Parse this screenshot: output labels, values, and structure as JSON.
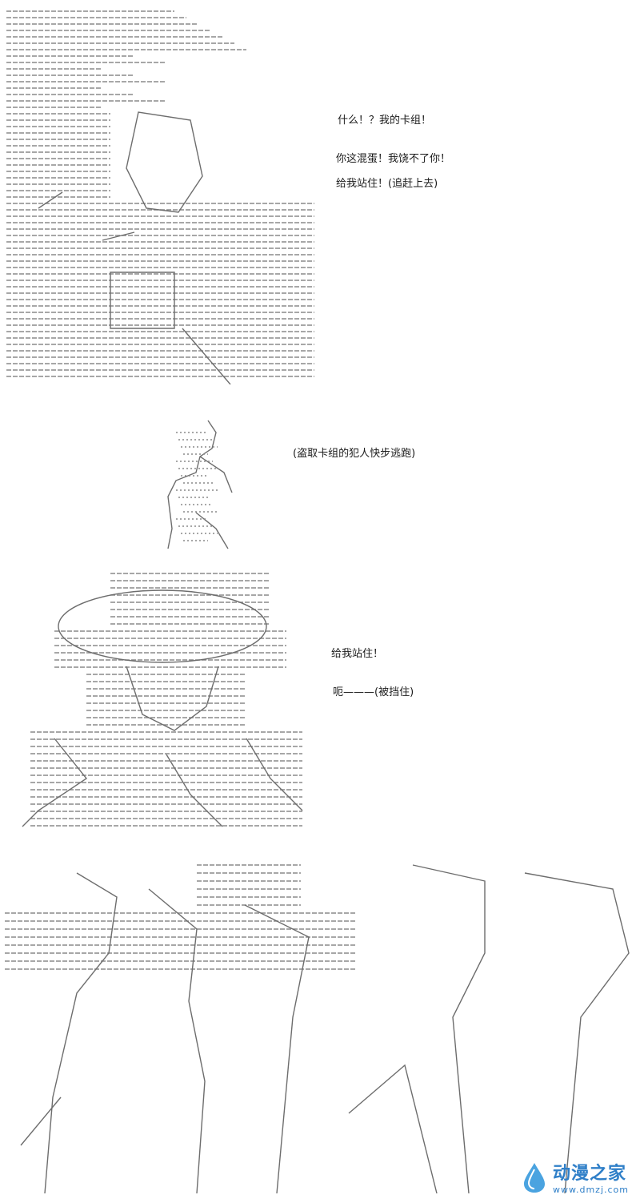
{
  "panel1": {
    "lines": [
      "什么！？我的卡组！",
      "你这混蛋！我饶不了你！",
      "给我站住！(追赶上去)"
    ]
  },
  "panel2": {
    "caption": "(盗取卡组的犯人快步逃跑)"
  },
  "panel3": {
    "lines": [
      "给我站住！",
      "呃———(被挡住)"
    ]
  },
  "watermark": {
    "text": "动漫之家",
    "url": "www.dmzj.com",
    "logo_icon": "drop-logo-icon",
    "color": "#2f7fc8"
  }
}
